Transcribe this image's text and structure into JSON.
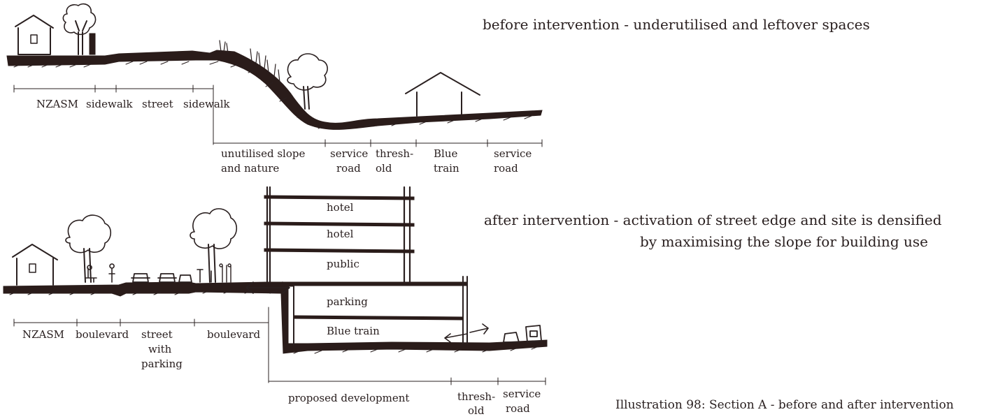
{
  "before": {
    "caption": "before intervention - underutilised and leftover spaces",
    "top_labels": [
      "NZASM",
      "sidewalk",
      "street",
      "sidewalk"
    ],
    "bottom_labels": [
      {
        "l1": "unutilised slope",
        "l2": "and nature"
      },
      {
        "l1": "service",
        "l2": "road"
      },
      {
        "l1": "thresh-",
        "l2": "old"
      },
      {
        "l1": "Blue",
        "l2": "train"
      },
      {
        "l1": "service",
        "l2": "road"
      }
    ]
  },
  "after": {
    "caption_line1": "after intervention - activation of street edge and site is densified",
    "caption_line2": "by maximising the slope for building use",
    "floors": [
      "hotel",
      "hotel",
      "public",
      "parking",
      "Blue train"
    ],
    "street_labels": [
      {
        "l1": "NZASM",
        "l2": "",
        "l3": ""
      },
      {
        "l1": "boulevard",
        "l2": "",
        "l3": ""
      },
      {
        "l1": "street",
        "l2": "with",
        "l3": "parking"
      },
      {
        "l1": "boulevard",
        "l2": "",
        "l3": ""
      }
    ],
    "bottom_labels": [
      {
        "l1": "proposed development",
        "l2": ""
      },
      {
        "l1": "thresh-",
        "l2": "old"
      },
      {
        "l1": "service",
        "l2": "road"
      }
    ]
  },
  "illustration_caption": "Illustration 98: Section A - before and after intervention"
}
